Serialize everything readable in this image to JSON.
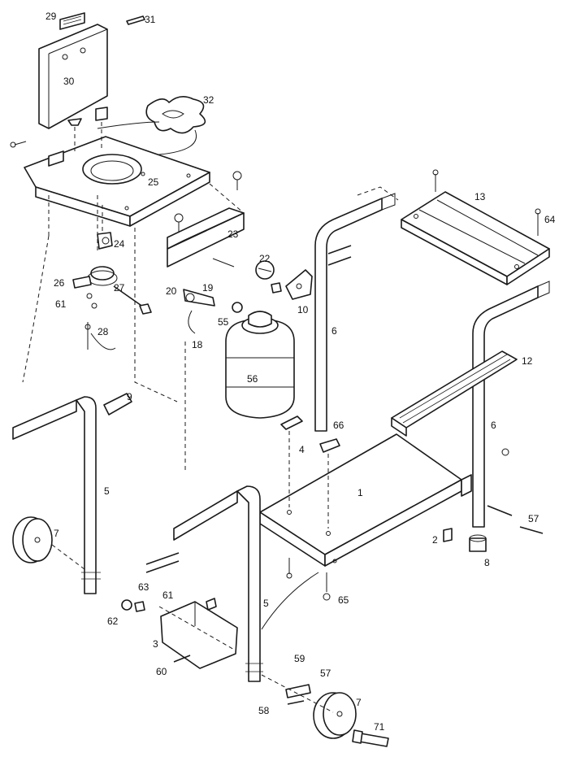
{
  "diagram": {
    "part_labels": [
      "29",
      "31",
      "30",
      "32",
      "25",
      "13",
      "64",
      "23",
      "22",
      "24",
      "26",
      "27",
      "61",
      "20",
      "19",
      "10",
      "28",
      "18",
      "55",
      "56",
      "6",
      "12",
      "9",
      "66",
      "4",
      "1",
      "5",
      "7",
      "57",
      "2",
      "8",
      "63",
      "61",
      "62",
      "3",
      "65",
      "60",
      "59",
      "57",
      "58",
      "7",
      "71",
      "5",
      "6"
    ]
  },
  "colors": {
    "ink": "#1a1a1a",
    "paper": "#ffffff"
  }
}
